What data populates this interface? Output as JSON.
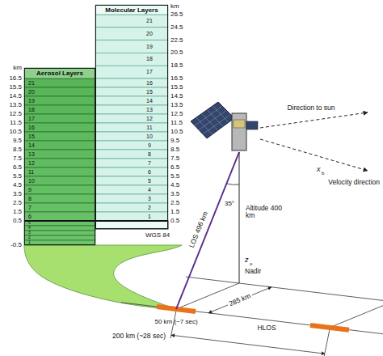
{
  "diagram": {
    "nodes": [
      {
        "text": [
          "Aerosol Layers"
        ]
      },
      {
        "text": [
          "Molecular Layers"
        ]
      }
    ],
    "labels": [
      "km",
      "16.5",
      "15.5",
      "14.5",
      "13.5",
      "12.5",
      "11.5",
      "10.5",
      "9.5",
      "8.5",
      "7.5",
      "6.5",
      "5.5",
      "4.5",
      "3.5",
      "2.5",
      "1.5",
      "0.5",
      "-0.5",
      "21",
      "20",
      "19",
      "18",
      "17",
      "16",
      "15",
      "14",
      "13",
      "12",
      "11",
      "10",
      "9",
      "8",
      "7",
      "6",
      "5",
      "4",
      "3",
      "2",
      "1",
      "km",
      "26.5",
      "24.5",
      "22.5",
      "20.5",
      "18.5",
      "16.5",
      "15.5",
      "14.5",
      "13.5",
      "12.5",
      "11.5",
      "10.5",
      "9.5",
      "8.5",
      "7.5",
      "6.5",
      "5.5",
      "4.5",
      "3.5",
      "2.5",
      "1.5",
      "0.5",
      "21",
      "20",
      "19",
      "18",
      "17",
      "16",
      "15",
      "14",
      "13",
      "12",
      "11",
      "10",
      "9",
      "8",
      "7",
      "6",
      "5",
      "4",
      "3",
      "2",
      "1",
      "WGS 84",
      "Direction to sun",
      "x",
      "b",
      "Velocity direction",
      "Altitude 400 km",
      "35°",
      "LOS 496 km",
      "z",
      "o",
      "Nadir",
      "285 km",
      "50 km (~7 sec)",
      "200 km (~28 sec)",
      "HLOS"
    ]
  }
}
